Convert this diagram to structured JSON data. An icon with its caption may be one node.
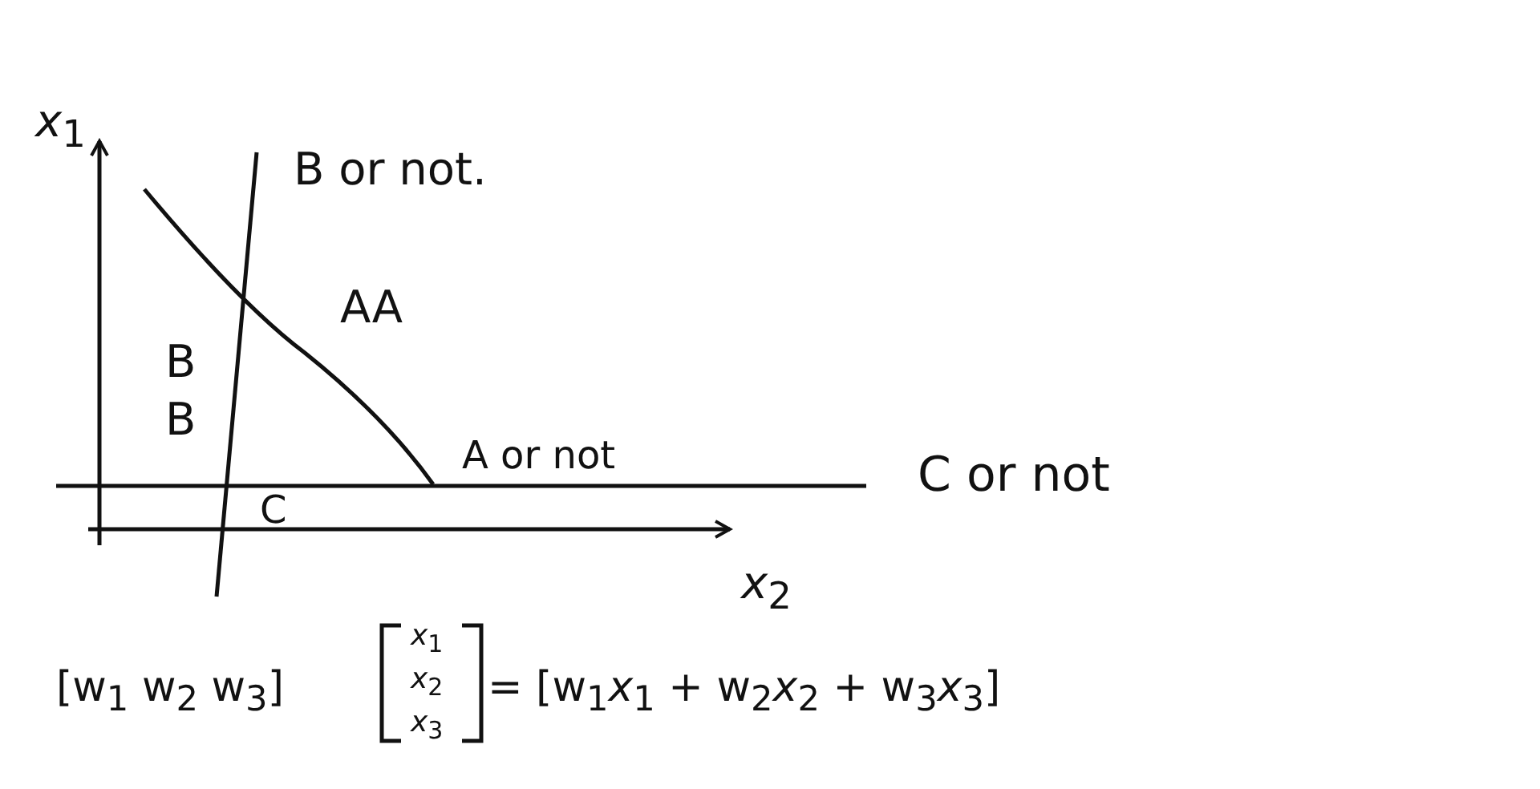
{
  "diagram": {
    "labels": [
      "*x*$_{1}$",
      "B or not.",
      "AA",
      "B",
      "B",
      "A or not",
      "C or not",
      "C",
      "*x*$_{2}$",
      "[w$_{1}$ w$_{2}$ w$_{3}$]",
      "*x*$_{1}$",
      "*x*$_{2}$",
      "*x*$_{3}$",
      "= [w$_{1}$*x*$_{1}$ + w$_{2}$*x*$_{2}$ + w$_{3}$*x*$_{3}$]"
    ]
  }
}
